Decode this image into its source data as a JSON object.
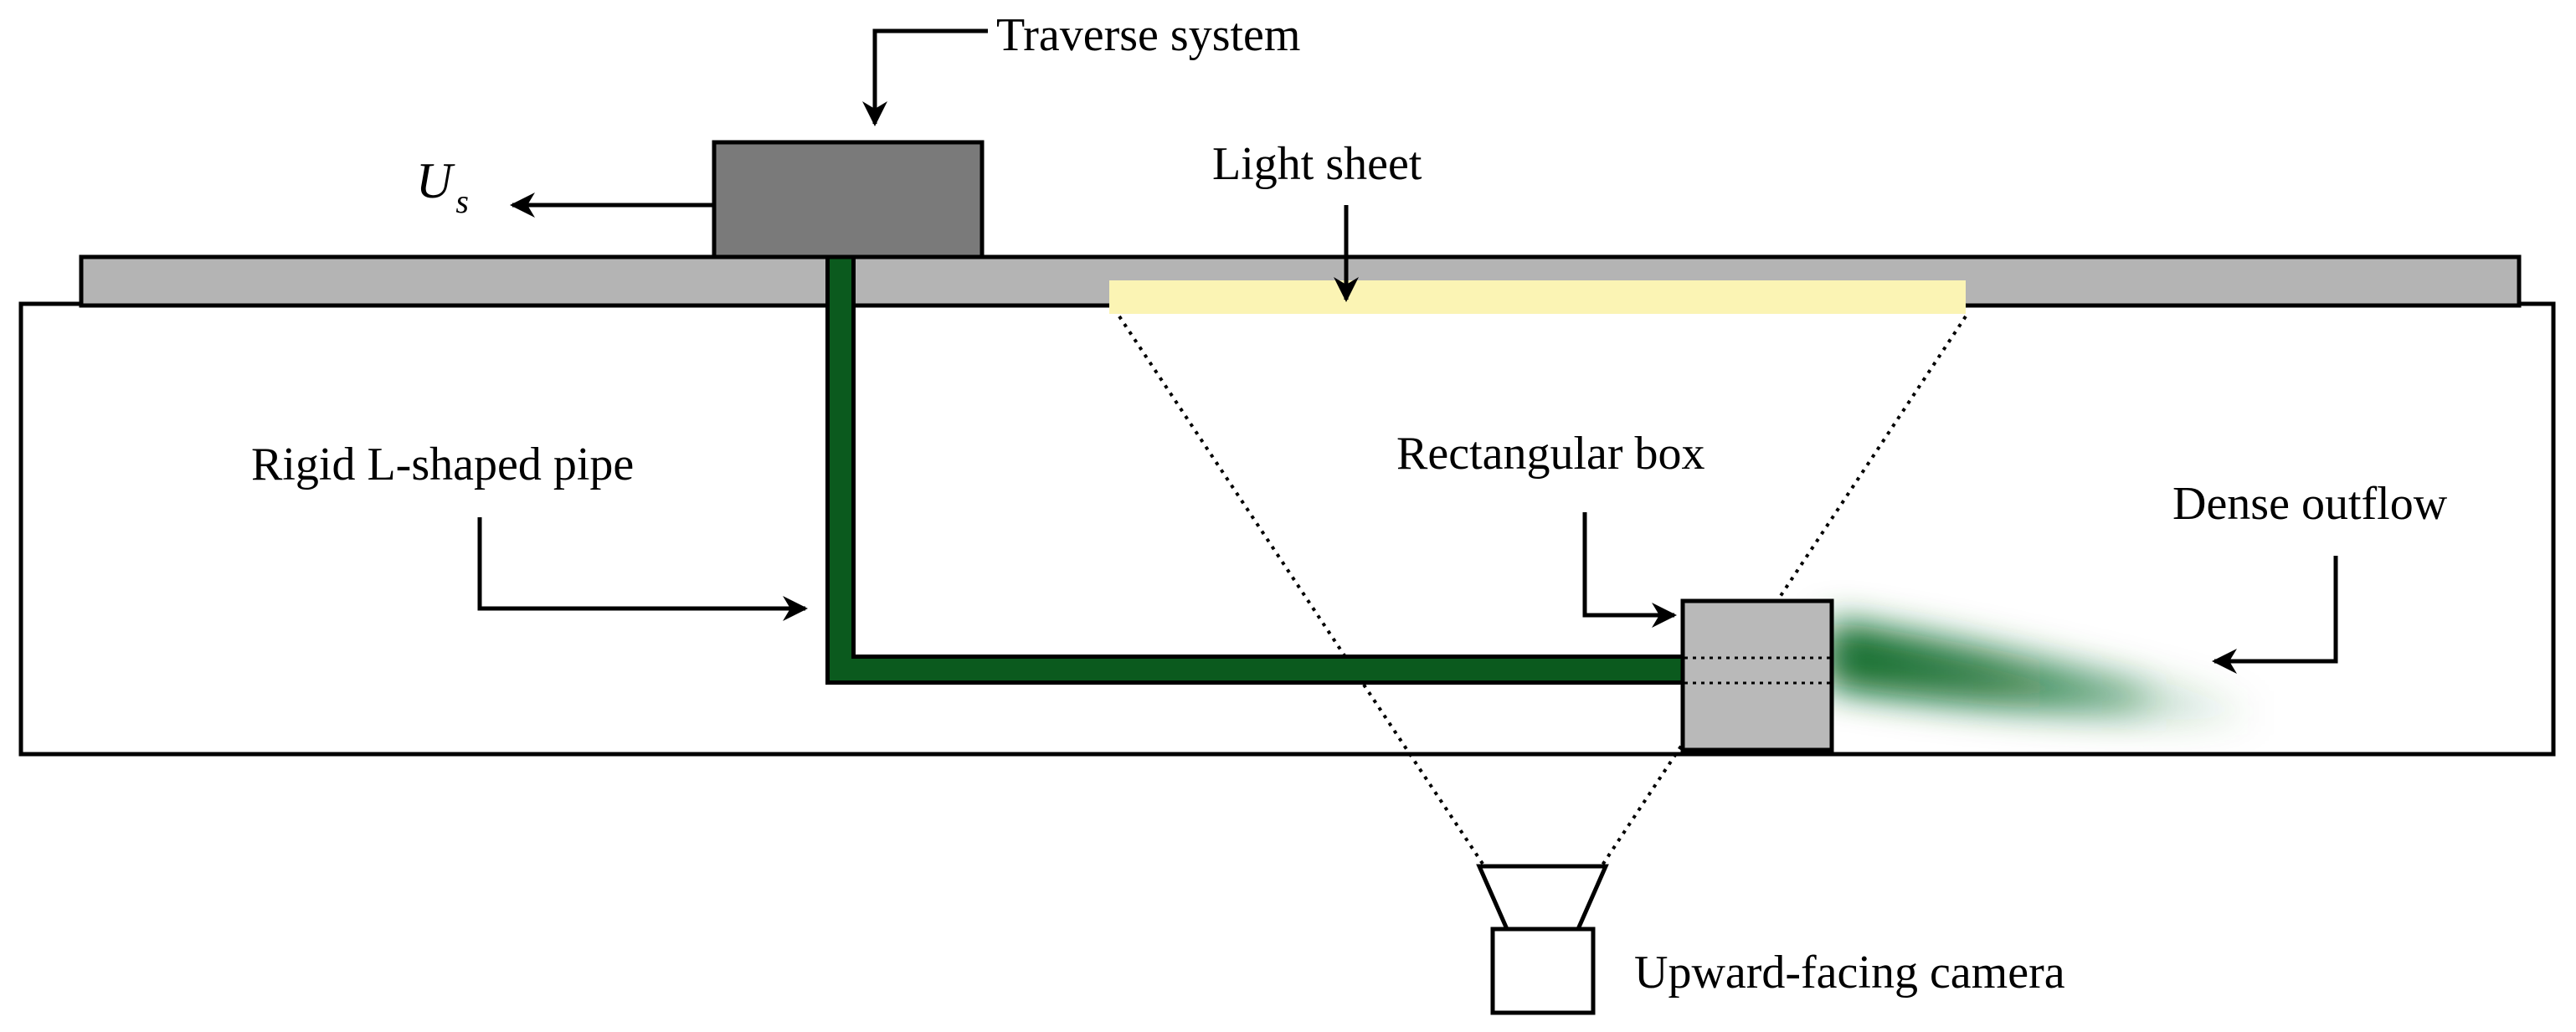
{
  "labels": {
    "traverse_system": "Traverse system",
    "light_sheet": "Light sheet",
    "velocity_symbol": "U",
    "velocity_subscript": "s",
    "rigid_pipe": "Rigid L-shaped pipe",
    "rectangular_box": "Rectangular box",
    "dense_outflow": "Dense outflow",
    "camera": "Upward-facing camera"
  },
  "colors": {
    "rail": "#b4b4b4",
    "traverse_block": "#7a7a7a",
    "pipe": "#0b5a1e",
    "light_sheet": "#fbf4b4",
    "box": "#b9b9b9",
    "outflow": "#0b6a2a"
  }
}
